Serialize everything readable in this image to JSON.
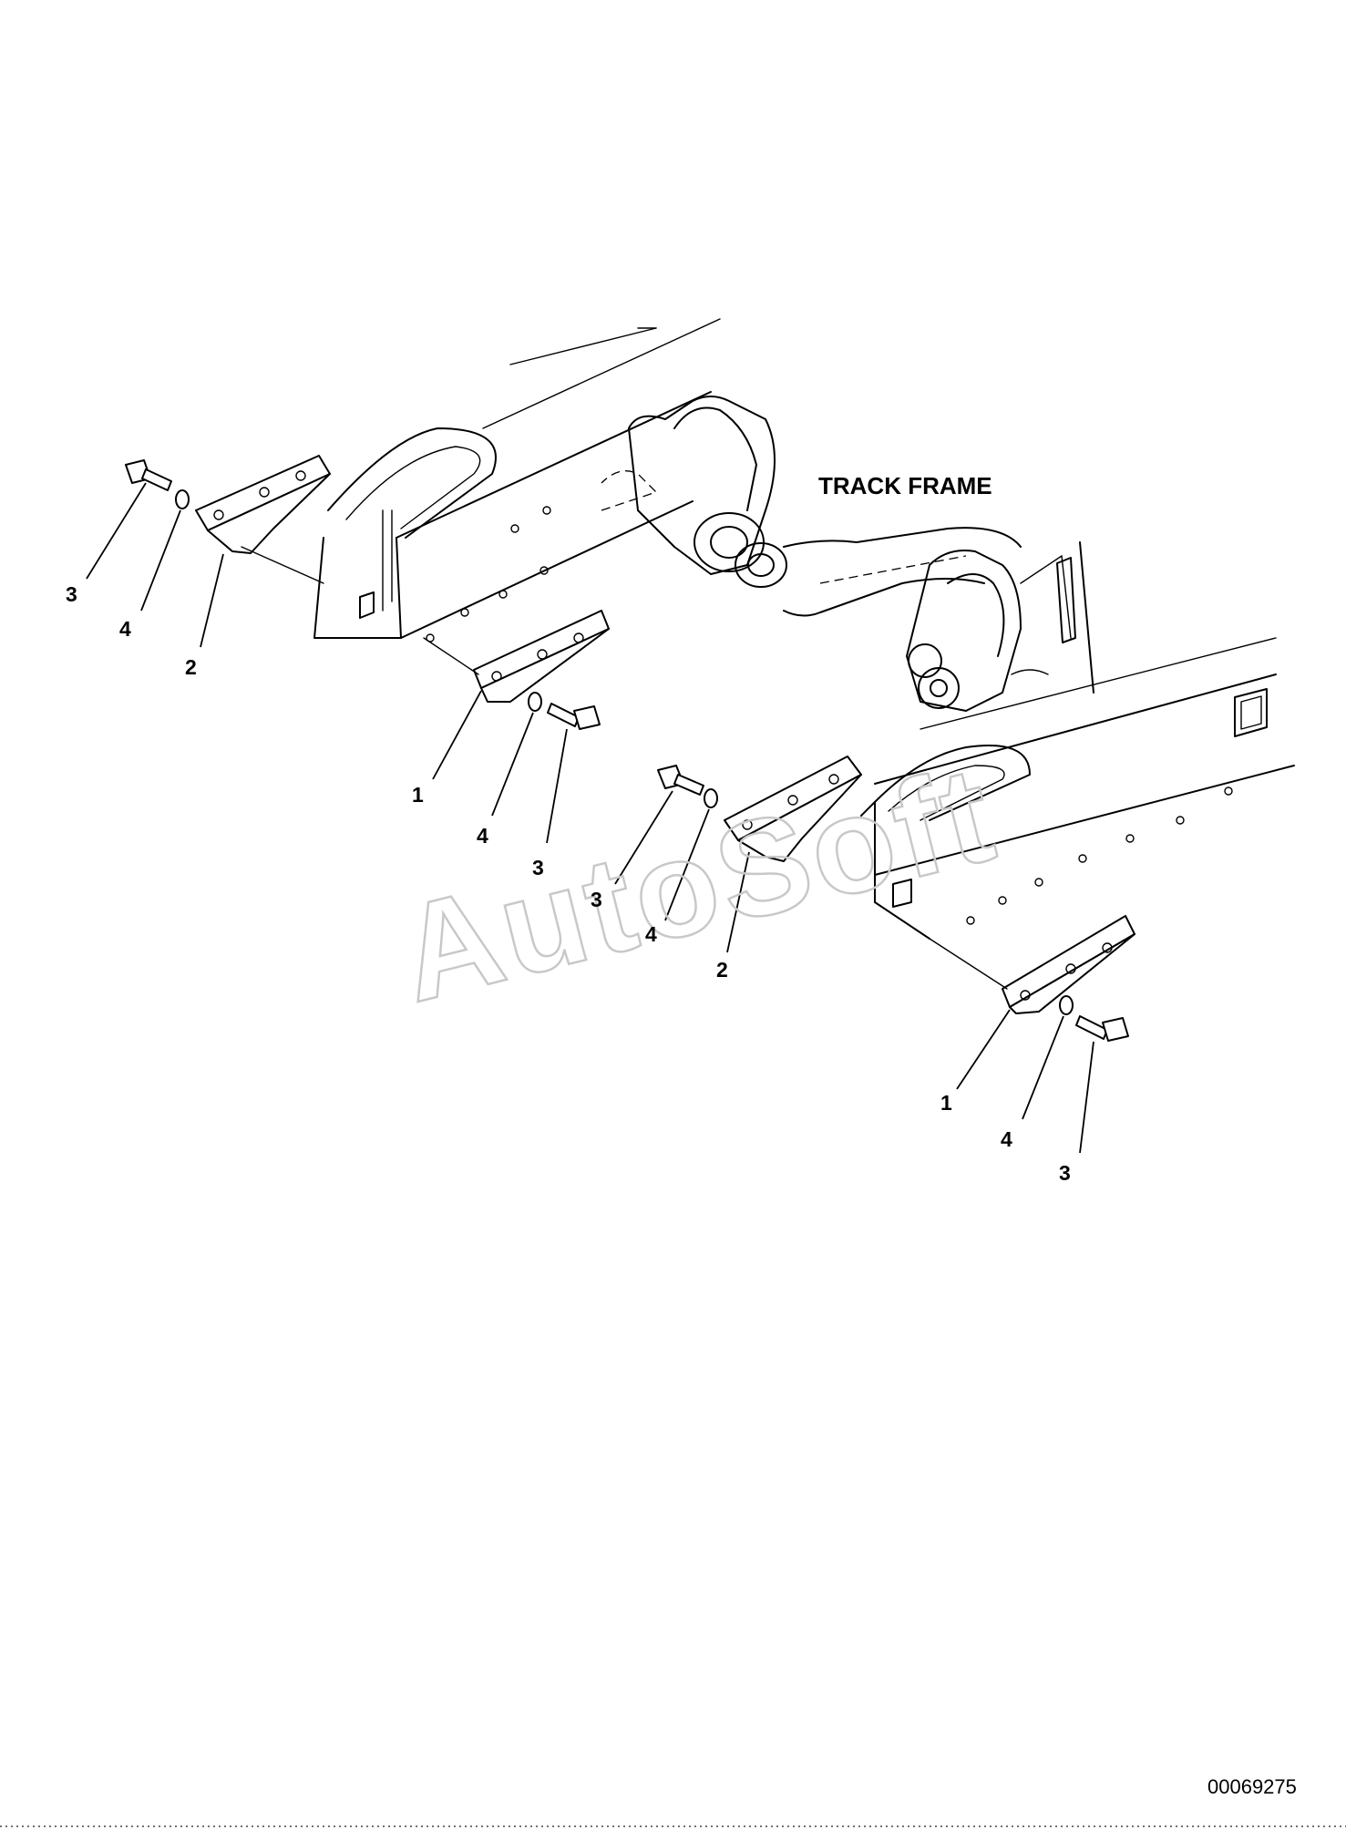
{
  "frame_label": "TRACK FRAME",
  "drawing_code": "00069275",
  "watermark": "AutoSoft",
  "callouts": {
    "left_bracket": {
      "bolt": "3",
      "washer": "4",
      "bracket": "2"
    },
    "left_guard": {
      "guard": "1",
      "washer": "4",
      "bolt": "3"
    },
    "right_bracket": {
      "bolt": "3",
      "washer": "4",
      "bracket": "2"
    },
    "right_guard": {
      "guard": "1",
      "washer": "4",
      "bolt": "3"
    }
  }
}
